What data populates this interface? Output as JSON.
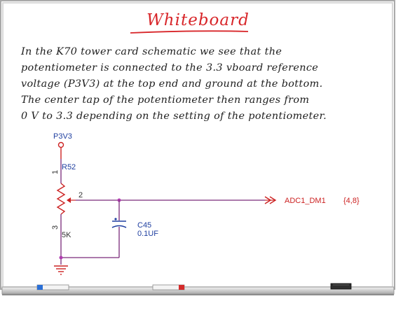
{
  "title": "Whiteboard",
  "notes": [
    "In the K70 tower card schematic we see that the",
    "potentiometer is connected to the 3.3 vboard reference",
    "voltage (P3V3) at the top end and ground at the bottom.",
    "The center tap of the potentiometer then ranges from",
    "0 V to 3.3 depending on the setting of the potentiometer."
  ],
  "schematic": {
    "power_net": "P3V3",
    "resistor_ref": "R52",
    "resistor_value": "5K",
    "pin1": "1",
    "pin2": "2",
    "pin3": "3",
    "cap_ref": "C45",
    "cap_value": "0.1UF",
    "net_label": "ADC1_DM1",
    "net_ref": "{4,8}"
  },
  "colors": {
    "title": "#d8262a",
    "wire": "#7a2a7a",
    "schematic_text": "#1f3fa0",
    "net_label": "#cc2222",
    "power_symbol": "#cc2222"
  },
  "icons": [
    "resistor-symbol",
    "capacitor-symbol",
    "ground-symbol",
    "power-circle-symbol",
    "net-arrow-symbol",
    "eraser-icon",
    "marker-icon"
  ]
}
